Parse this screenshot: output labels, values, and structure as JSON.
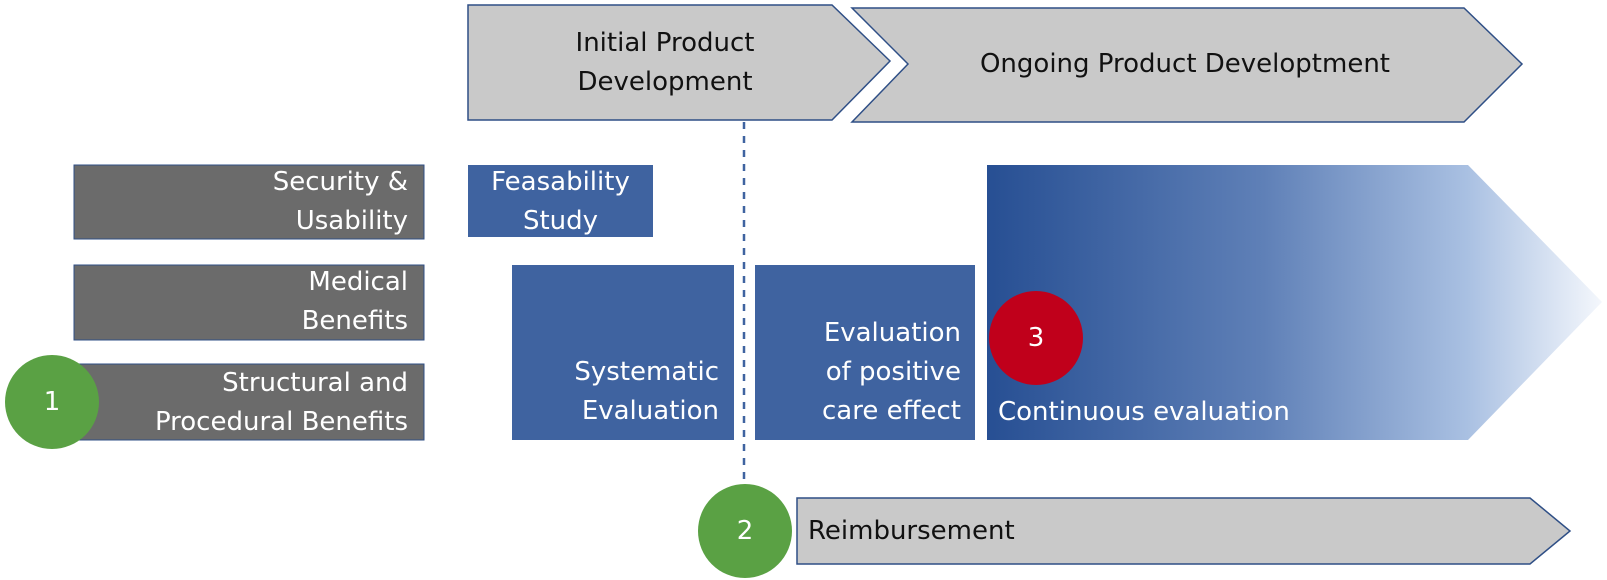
{
  "phases": {
    "initial": "Initial Product\nDevelopment",
    "ongoing": "Ongoing Product Developtment"
  },
  "categories": {
    "security_usability": "Security &\nUsability",
    "medical_benefits": "Medical\nBenefits",
    "structural_procedural": "Structural and\nProcedural Benefits"
  },
  "steps": {
    "feasibility_study": "Feasability\nStudy",
    "systematic_evaluation": "Systematic\nEvaluation",
    "positive_care_effect": "Evaluation\nof positive\ncare effect",
    "continuous_evaluation": "Continuous evaluation"
  },
  "reimbursement": "Reimbursement",
  "markers": {
    "one": "1",
    "two": "2",
    "three": "3"
  },
  "colors": {
    "phase_gray": "#c9c9c9",
    "category_gray": "#6b6b6b",
    "step_blue": "#3f63a0",
    "gradient_start": "#274f93",
    "marker_green": "#5aa144",
    "marker_red": "#c0001b"
  }
}
